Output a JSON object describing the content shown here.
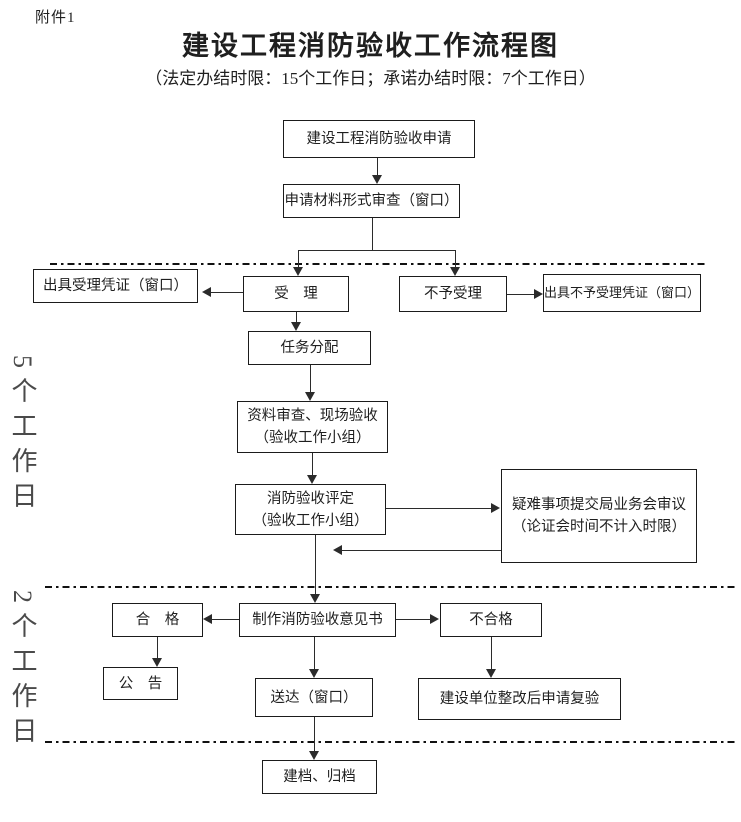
{
  "header": {
    "attachment": "附件1",
    "title": "建设工程消防验收工作流程图",
    "subtitle": "（法定办结时限：15个工作日；承诺办结时限：7个工作日）"
  },
  "side_labels": {
    "five_days": "5个工作日",
    "two_days": "2个工作日"
  },
  "nodes": {
    "apply": "建设工程消防验收申请",
    "material_review": "申请材料形式审查（窗口）",
    "issue_accept": "出具受理凭证（窗口）",
    "accept": "受　理",
    "reject": "不予受理",
    "issue_reject": "出具不予受理凭证（窗口）",
    "assign": "任务分配",
    "inspect_line1": "资料审查、现场验收",
    "inspect_line2": "（验收工作小组）",
    "evaluate_line1": "消防验收评定",
    "evaluate_line2": "（验收工作小组）",
    "difficult_line1": "疑难事项提交局业务会审议",
    "difficult_line2": "（论证会时间不计入时限）",
    "pass": "合　格",
    "opinion": "制作消防验收意见书",
    "fail": "不合格",
    "announce": "公　告",
    "deliver": "送达（窗口）",
    "reinspect": "建设单位整改后申请复验",
    "archive": "建档、归档"
  },
  "colors": {
    "line": "#2b2b2b",
    "text": "#1f1f1f",
    "side_label_text": "#4a4a4a",
    "background": "#ffffff"
  }
}
